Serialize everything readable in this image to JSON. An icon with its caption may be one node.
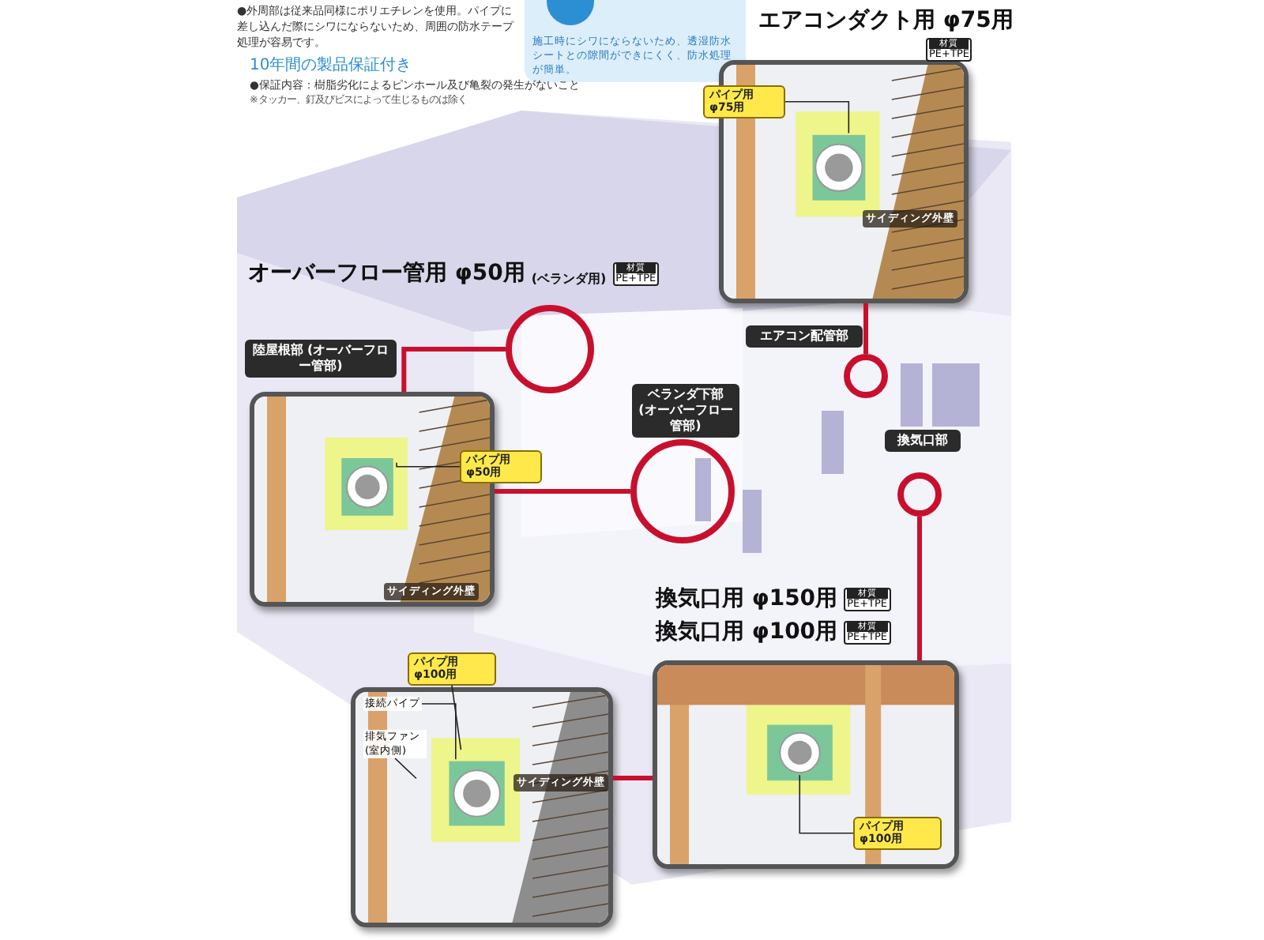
{
  "diagram": {
    "nodes": [
      {
        "text": [],
        "shape": "circle"
      },
      {
        "text": [
          "陸屋根部 (オーバーフロー管部)"
        ]
      },
      {
        "text": [
          "サイディング外壁"
        ]
      },
      {
        "text": [
          "パイプ用 φ50用"
        ]
      },
      {
        "text": [
          "ベランダ下部 (オーバーフロー管部)"
        ]
      },
      {
        "text": [],
        "shape": "circle"
      },
      {
        "text": [
          "サイディング外壁"
        ]
      },
      {
        "text": [
          "パイプ用 φ75用"
        ]
      },
      {
        "text": [
          "エアコン配管部"
        ]
      },
      {
        "text": [],
        "shape": "circle"
      },
      {
        "text": [
          "換気口部"
        ]
      },
      {
        "text": [],
        "shape": "circle"
      },
      {
        "text": [],
        "shape": "picture"
      },
      {
        "text": [
          "パイプ用 φ100用"
        ],
        "in": 12
      },
      {
        "text": [
          "サイディング外壁"
        ]
      },
      {
        "text": [
          "接続パイプ"
        ],
        "in": 14
      },
      {
        "text": [
          "排気ファン (室内側)"
        ],
        "in": 14
      },
      {
        "text": [
          "パイプ用 φ100用"
        ]
      }
    ],
    "edges": [
      {
        "from": 0,
        "to": 2,
        "arrow": "none",
        "style": "thick",
        "color": "#c8102e"
      },
      {
        "from": 2,
        "to": 5,
        "arrow": "none",
        "style": "thick",
        "color": "#c8102e"
      },
      {
        "from": 9,
        "to": 6,
        "arrow": "none",
        "style": "thick",
        "color": "#c8102e"
      },
      {
        "from": 11,
        "to": 12,
        "arrow": "none",
        "style": "thick",
        "color": "#c8102e"
      },
      {
        "from": 12,
        "to": 14,
        "arrow": "none",
        "style": "thick",
        "color": "#c8102e"
      },
      {
        "from": 3,
        "to": 2,
        "arrow": "none"
      },
      {
        "from": 7,
        "to": 6,
        "arrow": "none"
      },
      {
        "from": 13,
        "to": 12,
        "arrow": "none"
      },
      {
        "from": 17,
        "to": 14,
        "arrow": "none"
      },
      {
        "from": 15,
        "to": 14,
        "arrow": "none"
      },
      {
        "from": 16,
        "to": 14,
        "arrow": "none"
      }
    ],
    "labels": [
      "●外周部は従来品同様にポリエチレンを使用。パイプに差し込んだ際にシワにならないため、周囲の防水テープ処理が容易です。",
      "施工時にシワにならないため、透湿防水シートとの隙間ができにくく、防水処理が簡単。",
      "10年間の製品保証付き",
      "●保証内容：樹脂劣化によるピンホール及び亀裂の発生がないこと",
      "※タッカー、釘及びビスによって生じるものは除く",
      "エアコンダクト用 φ75用",
      "材質",
      "PE+TPE",
      "オーバーフロー管用 φ50用",
      "(ベランダ用)",
      "材質",
      "PE+TPE",
      "換気口用 φ150用",
      "材質",
      "PE+TPE",
      "換気口用 φ100用",
      "材質",
      "PE+TPE"
    ]
  }
}
